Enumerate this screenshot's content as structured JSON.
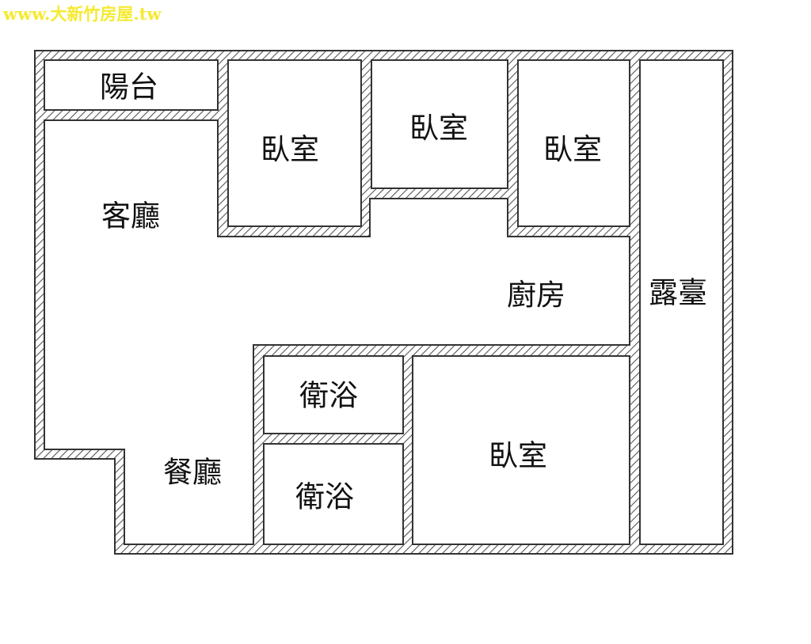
{
  "watermark": "www.大新竹房屋.tw",
  "rooms": {
    "balcony": "陽台",
    "bedroom_1": "臥室",
    "bedroom_2": "臥室",
    "bedroom_3": "臥室",
    "living_room": "客廳",
    "kitchen": "廚房",
    "terrace": "露臺",
    "bathroom_1": "衛浴",
    "bathroom_2": "衛浴",
    "bedroom_4": "臥室",
    "dining_room": "餐廳"
  },
  "colors": {
    "wall_stroke": "#333333",
    "hatch": "#555555",
    "watermark": "#f5ea2f"
  }
}
